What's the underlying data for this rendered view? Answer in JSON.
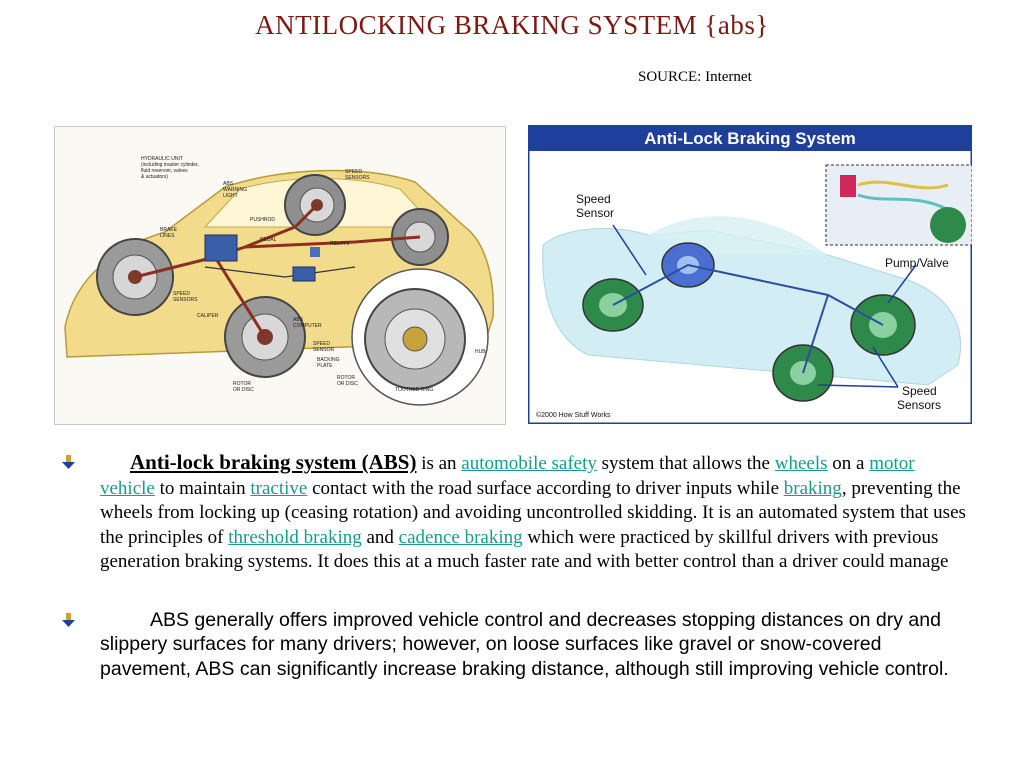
{
  "slide": {
    "title": "ANTILOCKING BRAKING SYSTEM {abs}",
    "source": "SOURCE: Internet"
  },
  "left_image": {
    "labels": {
      "hydraulic": "HYDRAULIC UNIT",
      "hydraulic_sub1": "(including master cylinder,",
      "hydraulic_sub2": "fluid reservoir, valves",
      "hydraulic_sub3": "& actuators)",
      "abs_light": "ABS",
      "abs_light2": "WARNING",
      "abs_light3": "LIGHT",
      "pushrod": "PUSHROD",
      "speed_sensors_top": "SPEED",
      "speed_sensors_top2": "SENSORS",
      "brake_lines": "BRAKE",
      "brake_lines2": "LINES",
      "pedal": "PEDAL",
      "relays": "RELAYS",
      "speed_sensors_left": "SPEED",
      "speed_sensors_left2": "SENSORS",
      "caliper": "CALIPER",
      "abs_computer": "ABS",
      "abs_computer2": "COMPUTER",
      "rotor_left": "ROTOR",
      "rotor_left2": "OR DISC",
      "speed_sensor_detail": "SPEED",
      "speed_sensor_detail2": "SENSOR",
      "backing_plate": "BACKING",
      "backing_plate2": "PLATE",
      "rotor_detail": "ROTOR",
      "rotor_detail2": "OR DISC",
      "hub": "HUB",
      "toothed_ring": "TOOTHED RING"
    }
  },
  "right_image": {
    "banner": "Anti-Lock Braking System",
    "speed_sensor": "Speed",
    "speed_sensor2": "Sensor",
    "pump_valve": "Pump/Valve",
    "speed_sensors": "Speed",
    "speed_sensors2": "Sensors",
    "credit": "©2000 How Stuff Works",
    "colors": {
      "banner_bg": "#1e3f9c",
      "border": "#1e3f9c"
    }
  },
  "bullets": {
    "first": {
      "lead": "Anti-lock braking system (ABS)",
      "t1": " is an ",
      "l1": "automobile safety",
      "t2": " system that allows the ",
      "l2": "wheels",
      "t3": " on a ",
      "l3": "motor vehicle",
      "t4": " to maintain ",
      "l4": "tractive",
      "t5": " contact with the road surface according to driver inputs while ",
      "l5": "braking",
      "t6": ", preventing the wheels from locking up (ceasing rotation) and avoiding uncontrolled skidding. It is an automated system that uses the principles of ",
      "l6": "threshold braking",
      "t7": " and ",
      "l7": "cadence braking",
      "t8": " which were practiced by skillful drivers with previous generation braking systems. It does this at a much faster rate and with better control than a driver could manage"
    },
    "second": {
      "text": "ABS generally offers improved vehicle control and decreases stopping distances on dry and slippery surfaces for many drivers; however, on loose surfaces like gravel or snow-covered pavement, ABS can significantly increase braking distance, although still improving vehicle control."
    },
    "link_color": "#1a9a8f"
  }
}
